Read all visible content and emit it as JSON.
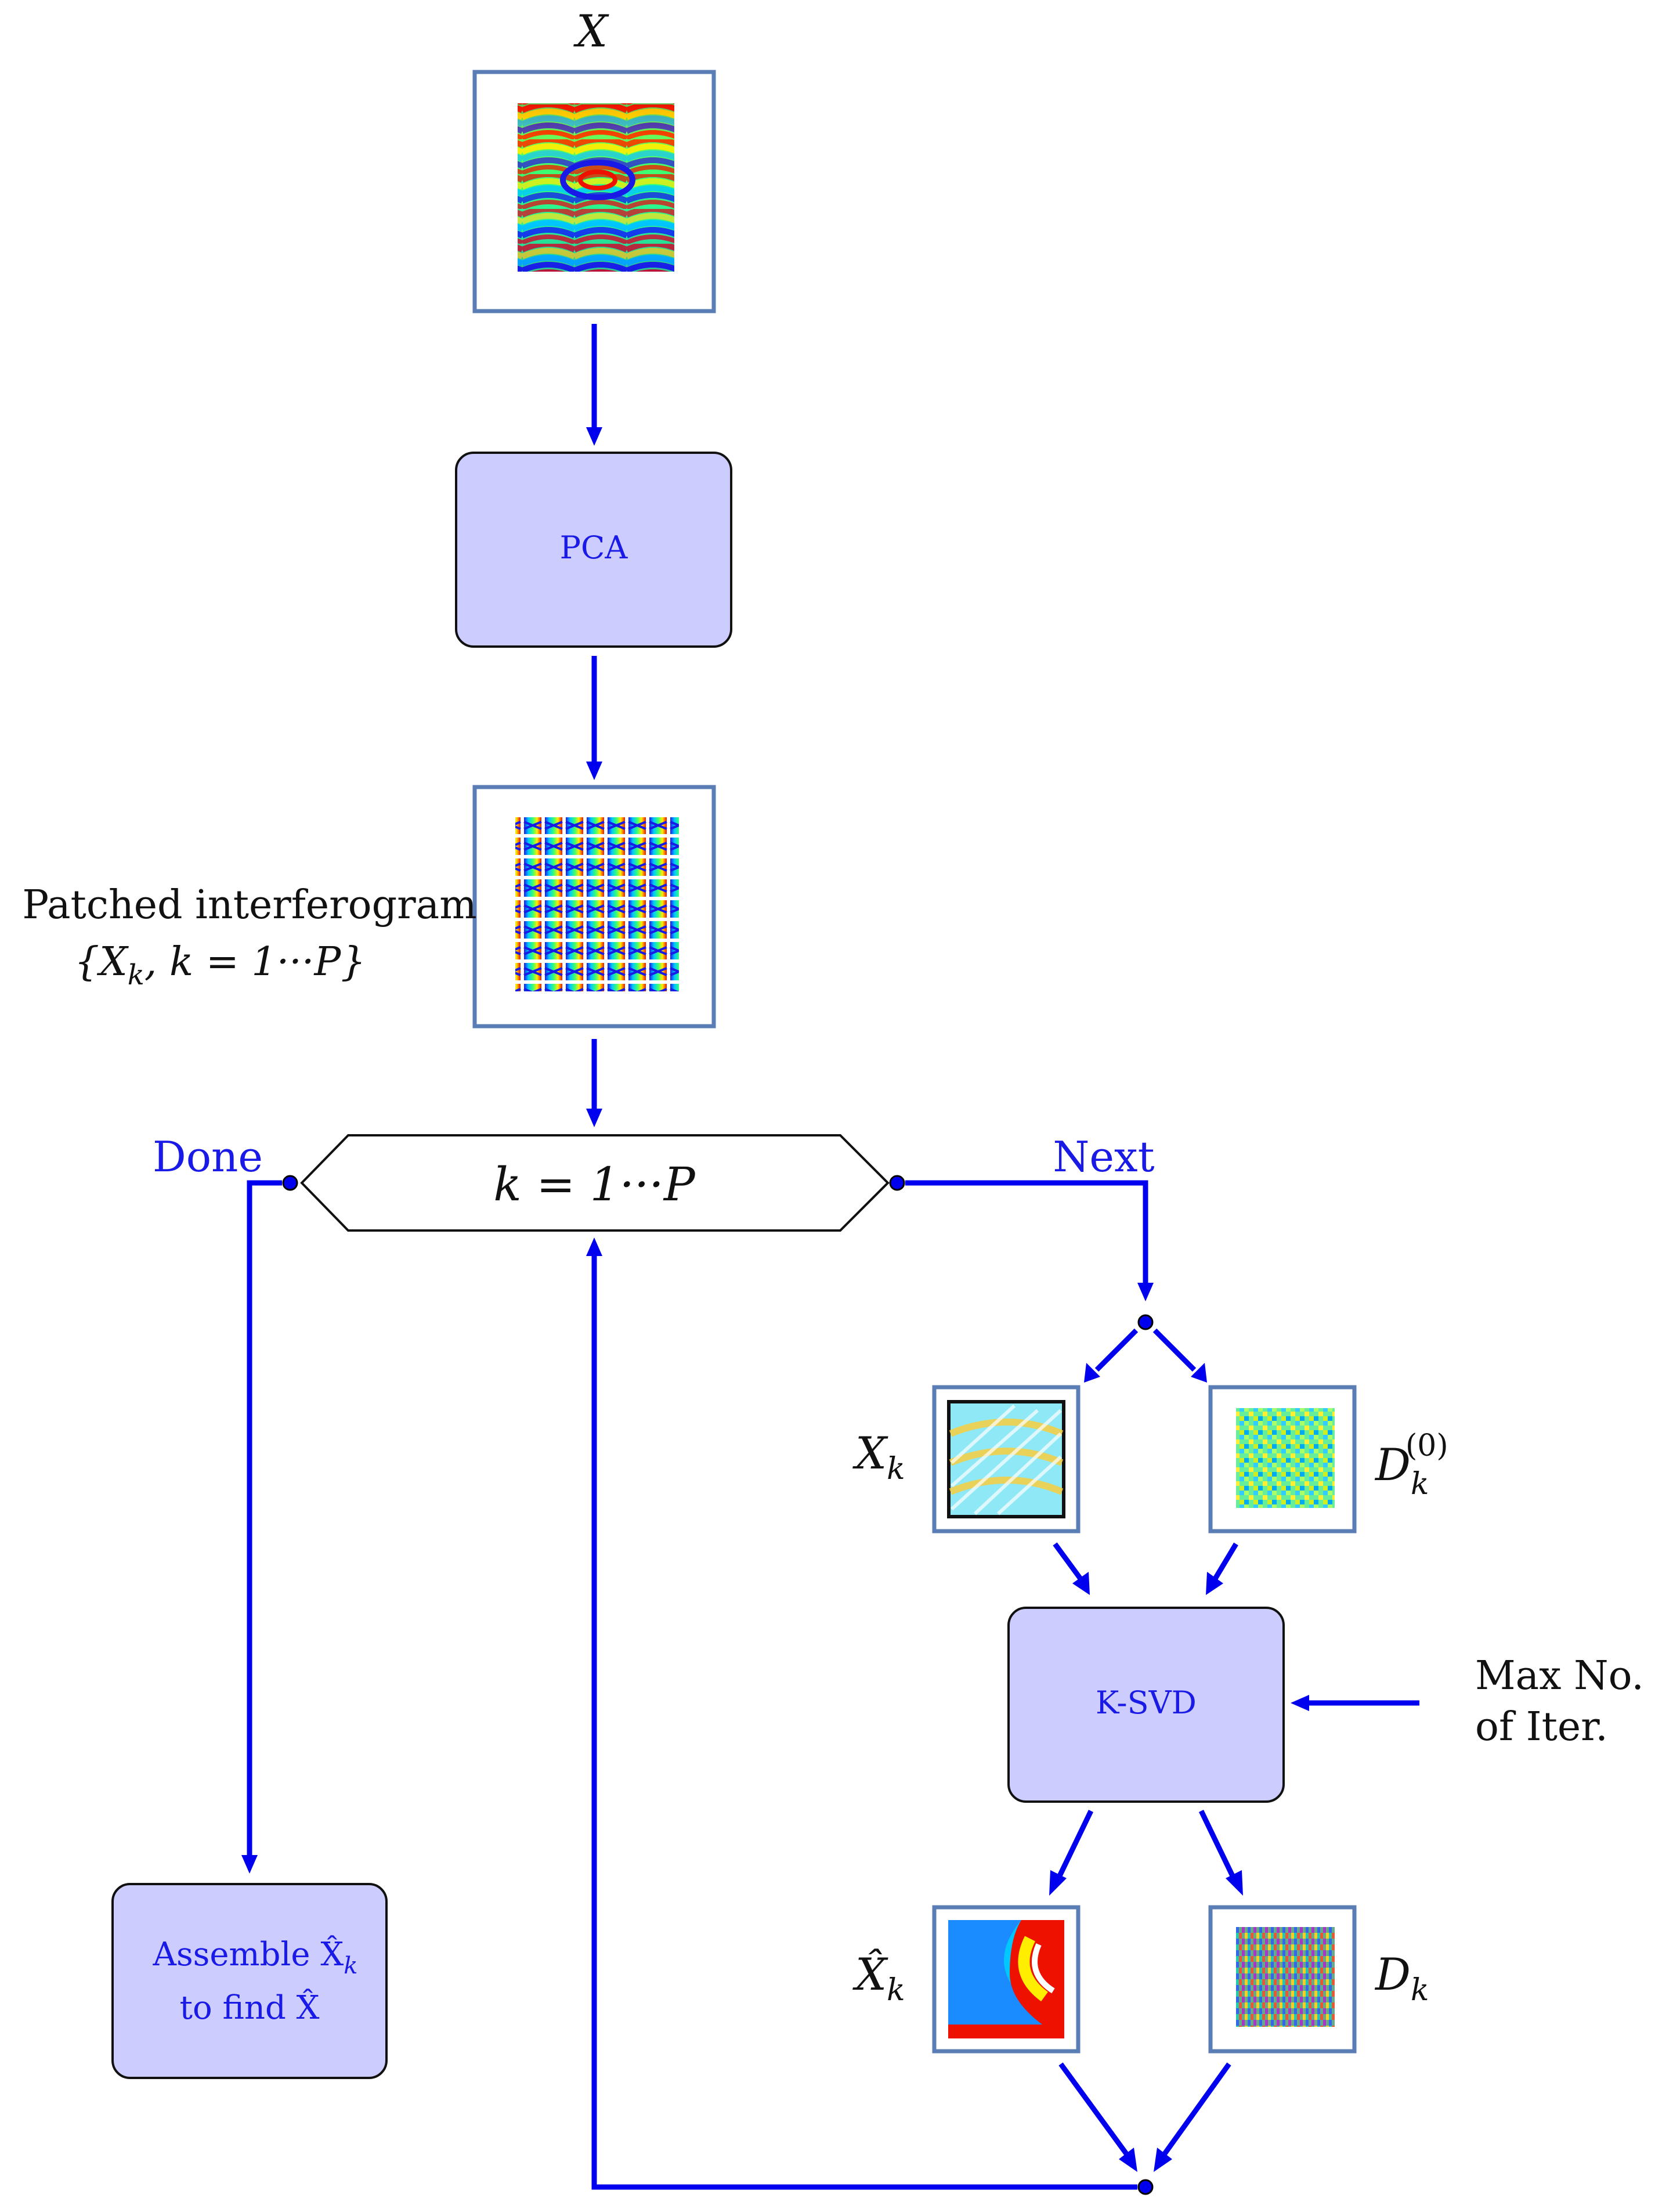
{
  "labels": {
    "input_x": "X",
    "pca": "PCA",
    "patched_line1": "Patched interferogram",
    "patched_line2": "{X",
    "patched_sub": "k",
    "patched_rest": ", k = 1···P}",
    "loop": "k  =  1···P",
    "done": "Done",
    "next": "Next",
    "xk": "X",
    "xk_sub": "k",
    "dk0": "D",
    "dk0_sub": "k",
    "dk0_sup": "(0)",
    "ksvd": "K-SVD",
    "max_line1": "Max No.",
    "max_line2": "of Iter.",
    "xhat": "X̂",
    "xhat_sub": "k",
    "dk": "D",
    "dk_sub": "k",
    "assemble_line1": "Assemble X̂",
    "assemble_sub": "k",
    "assemble_line2": "to find X̂"
  },
  "colors": {
    "flow": "#0000ee",
    "box_fill": "#ccccff",
    "frame": "#5a7db5"
  }
}
